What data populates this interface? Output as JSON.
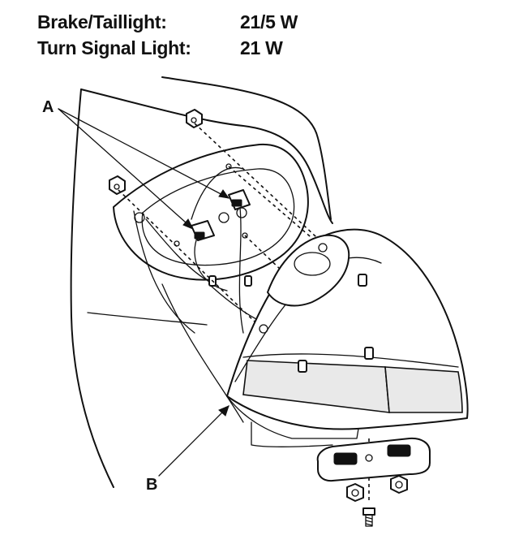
{
  "specs": {
    "brake_taillight": {
      "label": "Brake/Taillight:",
      "value": "21/5 W"
    },
    "turn_signal_light": {
      "label": "Turn Signal Light:",
      "value": "21 W"
    }
  },
  "callouts": {
    "a": "A",
    "b": "B"
  },
  "colors": {
    "line": "#111111",
    "background": "#ffffff",
    "lens_tint": "#e9e9e9"
  }
}
